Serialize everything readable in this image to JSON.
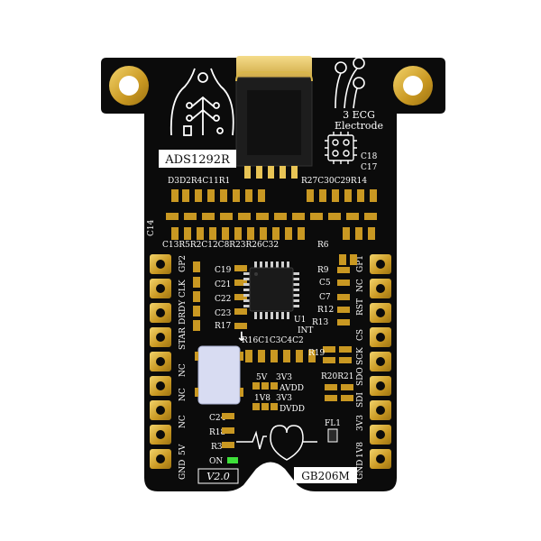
{
  "board": {
    "chip_label": "ADS1292R",
    "electrode_line1": "3 ECG",
    "electrode_line2": "Electrode",
    "model": "GB206M",
    "version": "V2.0",
    "power_led_label": "ON",
    "filter_label": "FL1",
    "chip_ref": "U1",
    "int_label": "INT",
    "down_arrow": "↓"
  },
  "silkscreen": {
    "top_refs": "D3D2R4C11R1",
    "top_right_refs": "R27C30C29R14",
    "cap_pair_a": "C18",
    "cap_pair_b": "C17",
    "c14": "C14",
    "mid_refs": "C13R5R2C12C8R23R26C32",
    "r6": "R6",
    "left_caps": [
      "C19",
      "C21",
      "C22",
      "C23",
      "R17"
    ],
    "right_parts": [
      "R9",
      "C5",
      "C7",
      "R12",
      "R13"
    ],
    "lower_refs": "R16C1C3C4C2",
    "r19": "R19",
    "r20r21": "R20R21",
    "left_bottom": [
      "C24",
      "R18",
      "R3"
    ],
    "supply_row1_a": "5V",
    "supply_row1_b": "3V3",
    "supply_row1_c": "AVDD",
    "supply_row2_a": "1V8",
    "supply_row2_b": "3V3",
    "supply_row2_c": "DVDD"
  },
  "left_header": {
    "pins": [
      "GND",
      "5V",
      "NC",
      "NC",
      "NC",
      "STAR",
      "DRDY",
      "CLK",
      "GP2"
    ]
  },
  "right_header": {
    "pins": [
      "GND",
      "1V8",
      "3V3",
      "SDI",
      "SDO",
      "SCK",
      "CS",
      "RST",
      "NC",
      "GP1"
    ]
  },
  "colors": {
    "pcb": "#0b0b0b",
    "gold": "#d4a82a",
    "silkscreen": "#ffffff",
    "usb_shell": "#e8c455",
    "chip_body": "#1a1a1a",
    "module": "#d8dcf2",
    "led_green": "#3ee03a"
  }
}
